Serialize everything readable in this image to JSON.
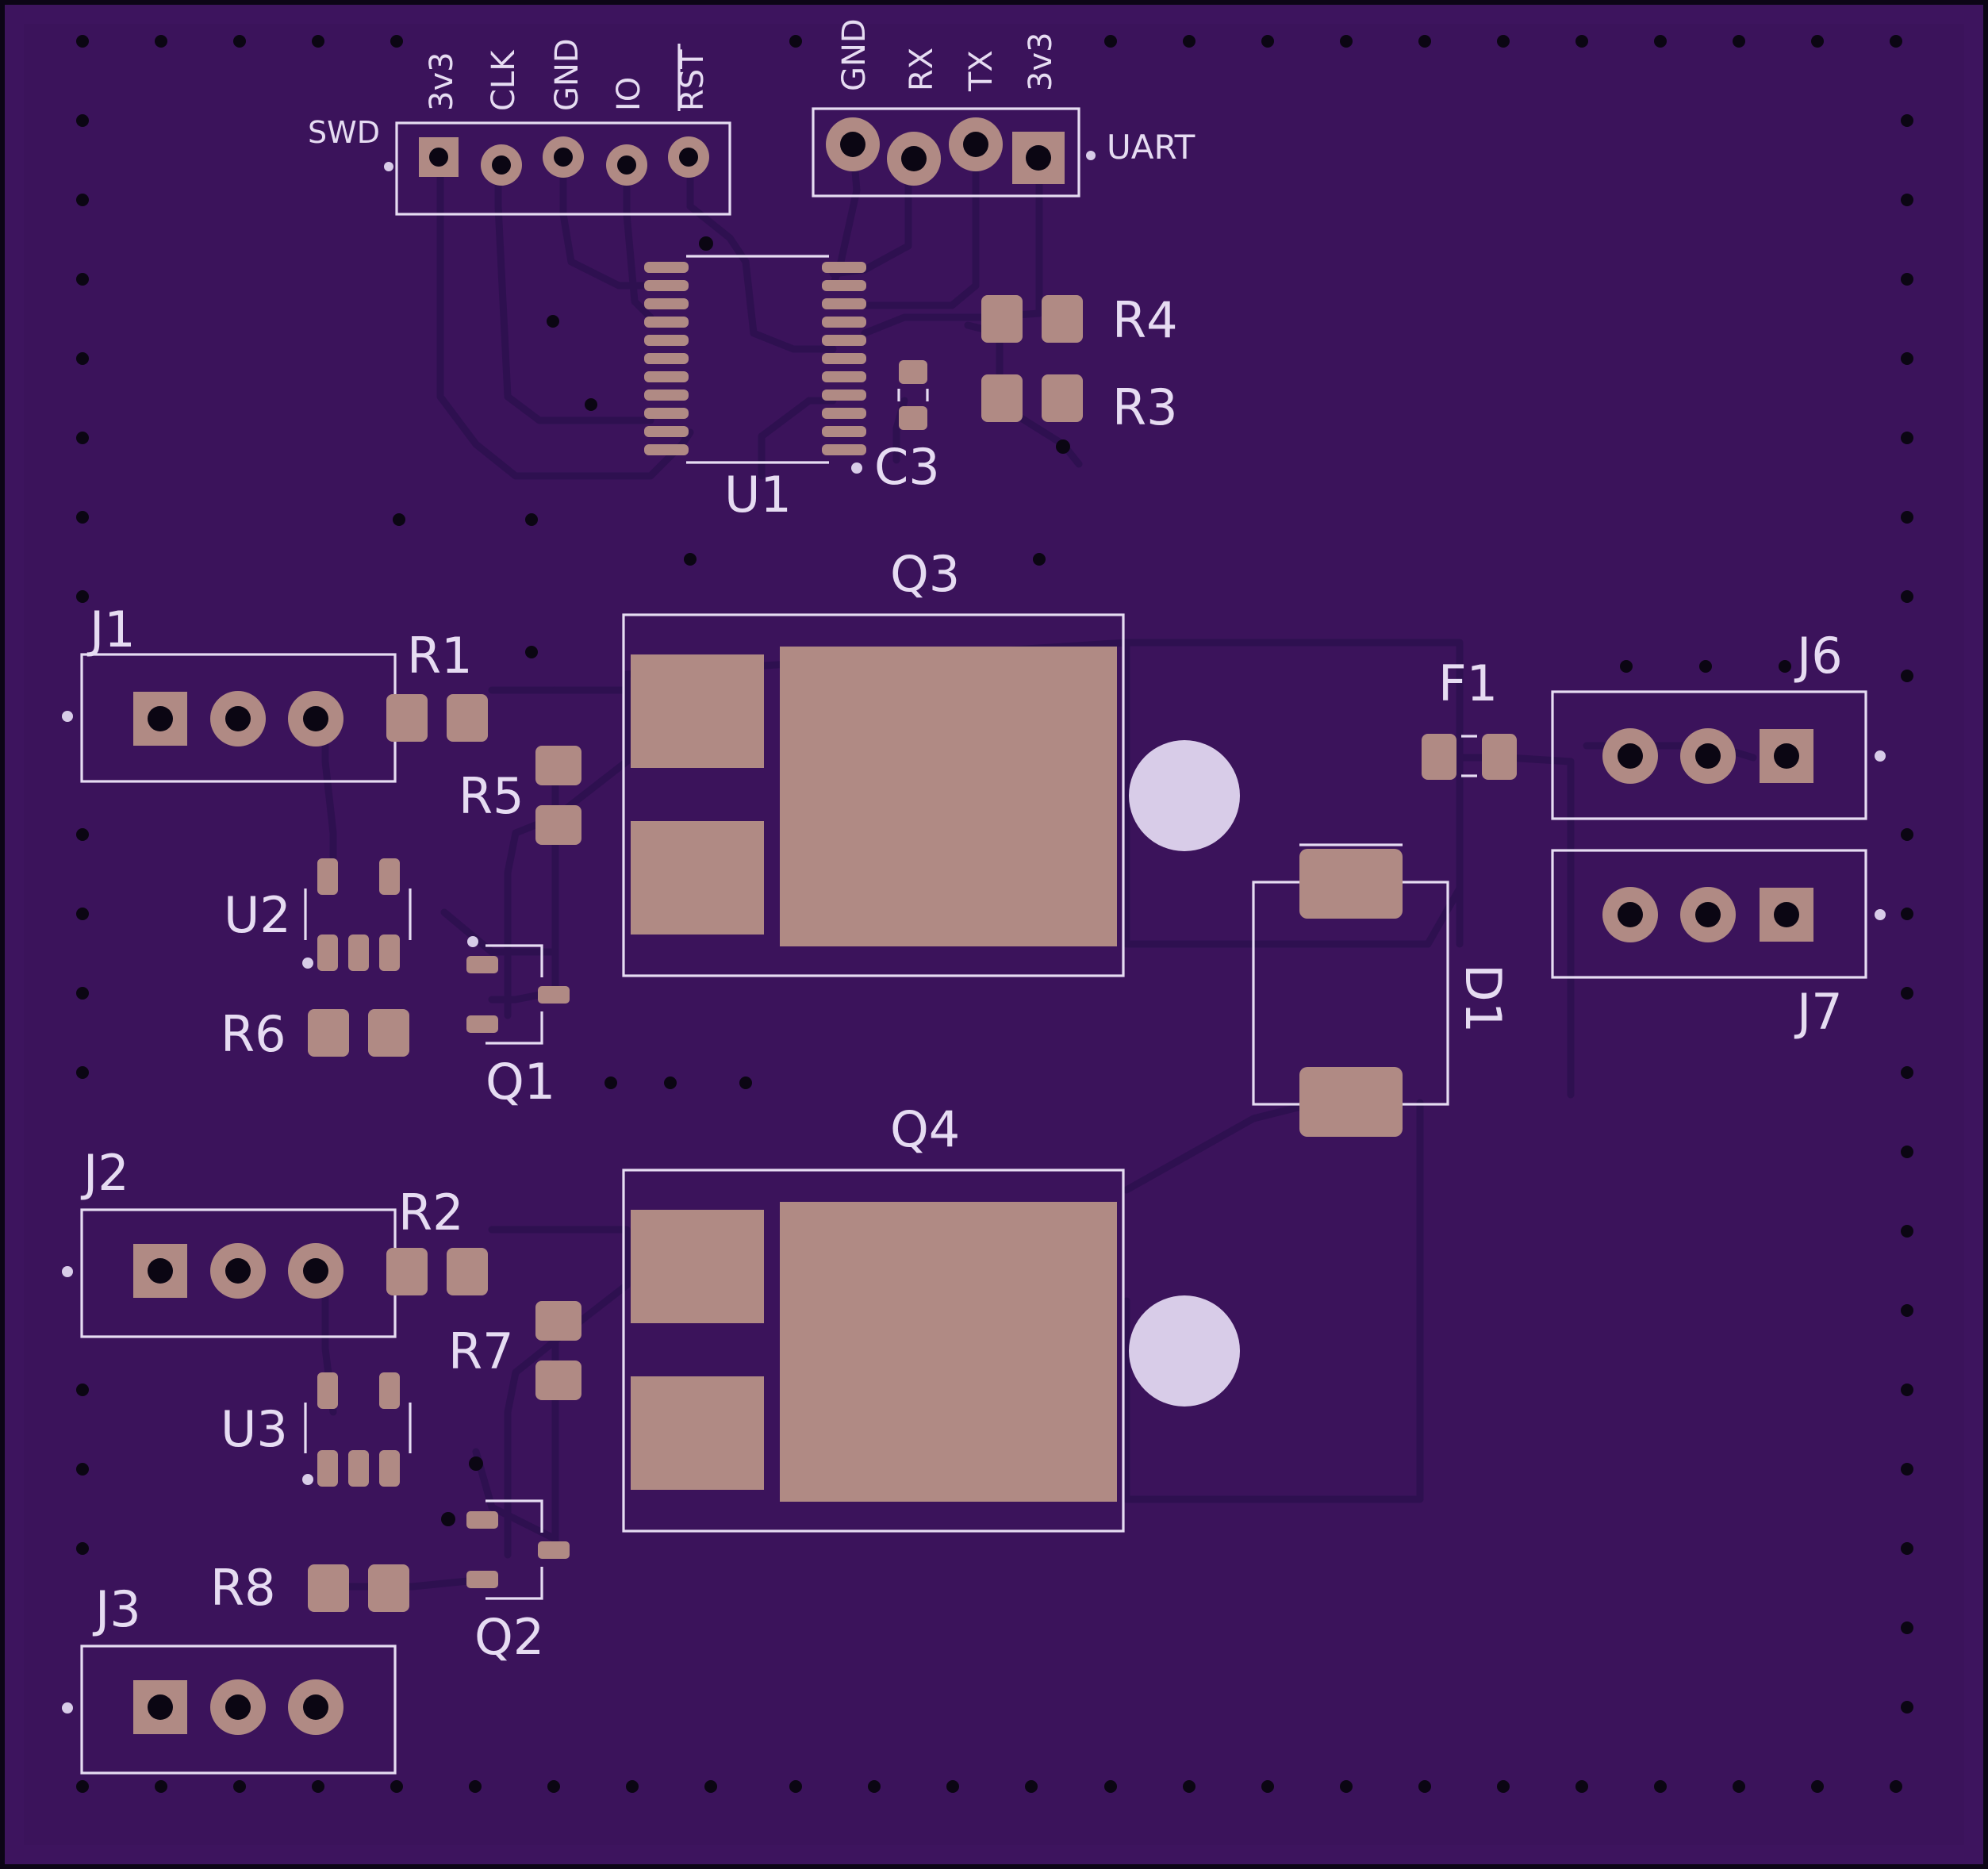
{
  "board": {
    "colors": {
      "soldermask": "#3d145e",
      "edge": "#0c0516",
      "silkscreen": "#e6dcf2",
      "pad": "#b08a84",
      "drill": "#0b0613",
      "trace": "#2e1050"
    }
  },
  "labels": {
    "swd": "SWD",
    "uart": "UART",
    "swd_pins": [
      "3v3",
      "CLK",
      "GND",
      "IO",
      "RST"
    ],
    "uart_pins": [
      "GND",
      "RX",
      "TX",
      "3v3"
    ],
    "U1": "U1",
    "C3": "C3",
    "R4": "R4",
    "R3": "R3",
    "Q3": "Q3",
    "Q4": "Q4",
    "J1": "J1",
    "J2": "J2",
    "J3": "J3",
    "J6": "J6",
    "J7": "J7",
    "R1": "R1",
    "R2": "R2",
    "R5": "R5",
    "R6": "R6",
    "R7": "R7",
    "R8": "R8",
    "U2": "U2",
    "U3": "U3",
    "Q1": "Q1",
    "Q2": "Q2",
    "F1": "F1",
    "D1": "D1"
  }
}
